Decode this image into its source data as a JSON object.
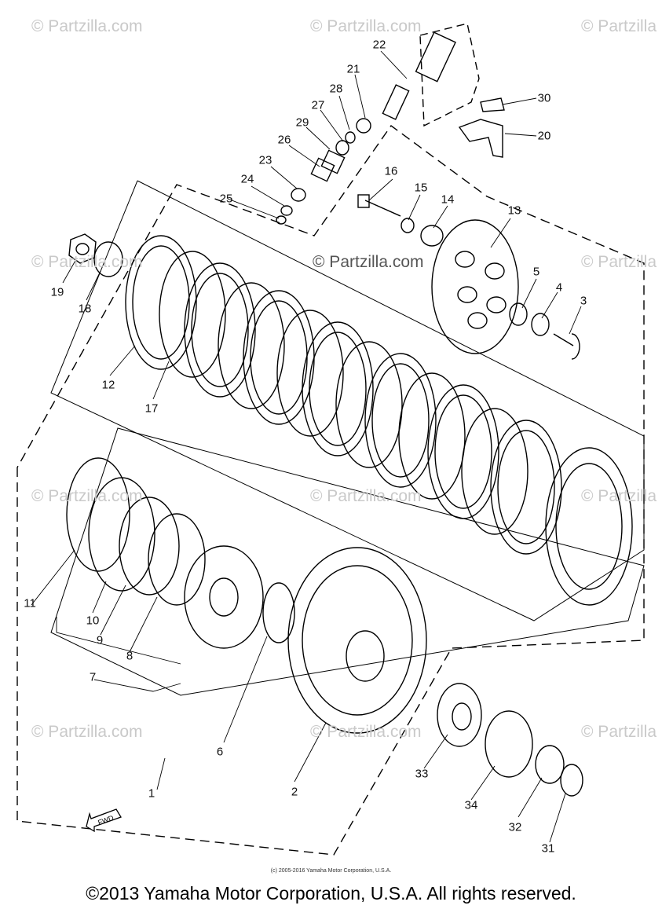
{
  "watermarks": [
    "© Partzilla.com",
    "© Partzilla.com",
    "© Partzilla",
    "© Partzilla.com",
    "© Partzilla.com",
    "© Partzilla",
    "© Partzilla.com",
    "© Partzilla.com",
    "© Partzilla",
    "© Partzilla.com",
    "© Partzilla.com",
    "© Partzilla"
  ],
  "center_watermark": "© Partzilla.com",
  "part_numbers": [
    "22",
    "21",
    "28",
    "27",
    "29",
    "26",
    "23",
    "24",
    "25",
    "30",
    "20",
    "16",
    "15",
    "14",
    "13",
    "5",
    "4",
    "3",
    "19",
    "18",
    "12",
    "17",
    "11",
    "10",
    "9",
    "8",
    "7",
    "6",
    "2",
    "1",
    "33",
    "34",
    "32",
    "31"
  ],
  "fwd_label": "FWD",
  "small_copyright": "(c) 2005-2016 Yamaha Motor Corporation, U.S.A.",
  "copyright": "©2013 Yamaha Motor Corporation, U.S.A. All rights reserved."
}
